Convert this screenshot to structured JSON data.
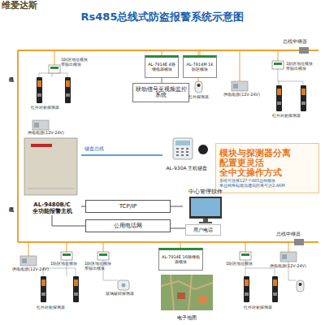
{
  "diagram": {
    "title": "Rs485总线式防盗报警系统示意图",
    "nodes": [
      {
        "text": [
          "AL-9480B/C 全功能报警主机"
        ]
      },
      {
        "text": [
          "AL-930A 主机键盘"
        ]
      },
      {
        "text": [
          "联动信号至视频监控系统"
        ]
      },
      {
        "text": [
          "模块与探测器分离 配置更灵活 全中文操作方式",
          "系统可连接127个485总线模块 单总线终端最远通讯距离可达2.4KM"
        ]
      },
      {
        "text": [
          "TCP/IP"
        ]
      },
      {
        "text": [
          "公用电话网"
        ]
      },
      {
        "text": [
          "中心管理软件"
        ]
      },
      {
        "text": [
          "用户电话"
        ]
      },
      {
        "text": [
          "AL-7914E 4路继电器模块"
        ]
      },
      {
        "text": [
          "AL-7914M 1K防区模块"
        ]
      },
      {
        "text": [
          "AL-7914E 16路继电器模块"
        ]
      },
      {
        "text": [
          "电子地图"
        ]
      }
    ],
    "edges": [
      {
        "from": 0,
        "to": 1,
        "arrow": "none"
      },
      {
        "from": 0,
        "to": 4,
        "arrow": "none"
      },
      {
        "from": 4,
        "to": 6,
        "arrow": "none"
      },
      {
        "from": 0,
        "to": 5,
        "arrow": "none"
      },
      {
        "from": 5,
        "to": 7,
        "arrow": "none"
      },
      {
        "from": 8,
        "to": 2,
        "arrow": "none"
      }
    ],
    "labels": [
      "维爱达斯",
      "总线中继器",
      "通讯总线",
      "通讯总线",
      "键盘总线",
      "1防区地址模块 带输出模块",
      "红外对射探测器",
      "供电电源(12V-24V)",
      "红外探测器",
      "供电电源(12V-24V)",
      "1防区地址模块 带输出模块",
      "红外对射探测器",
      "总线中继器",
      "供电电源(12V-24V)",
      "1防区地址模块",
      "红外对射探测器",
      "1防区地址模块 带输出模块",
      "玻璃破碎探测器",
      "1防区地址模块",
      "供电电源(12V-24V)",
      "红外对射探测器"
    ]
  }
}
